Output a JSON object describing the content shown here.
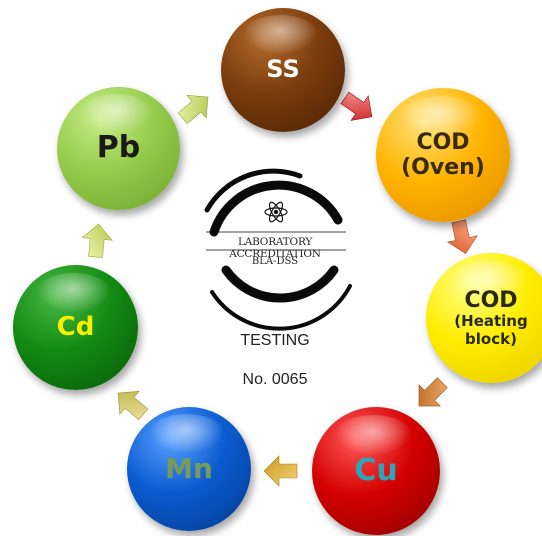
{
  "nodes": {
    "ss": {
      "label": "SS"
    },
    "cod_oven": {
      "line1": "COD",
      "line2": "(Oven)"
    },
    "cod_heating": {
      "line1": "COD",
      "line2": "(Heating",
      "line3": "block)"
    },
    "cu": {
      "label": "Cu"
    },
    "mn": {
      "label": "Mn"
    },
    "cd": {
      "label": "Cd"
    },
    "pb": {
      "label": "Pb"
    }
  },
  "logo": {
    "title": "LABORATORY ACCREDITATION",
    "subtitle": "BLA-DSS"
  },
  "testing": {
    "label": "TESTING",
    "number": "No. 0065"
  },
  "colors": {
    "ss": "#6b3508",
    "cod_oven": "#ffb400",
    "cod_heating": "#ffec00",
    "cu": "#d40000",
    "mn": "#0a5bd0",
    "cd": "#128a12",
    "pb": "#95cc4a"
  },
  "arrows": [
    "ss-to-cod-oven",
    "cod-oven-to-cod-heating",
    "cod-heating-to-cu",
    "cu-to-mn",
    "mn-to-cd",
    "cd-to-pb",
    "pb-to-ss"
  ]
}
